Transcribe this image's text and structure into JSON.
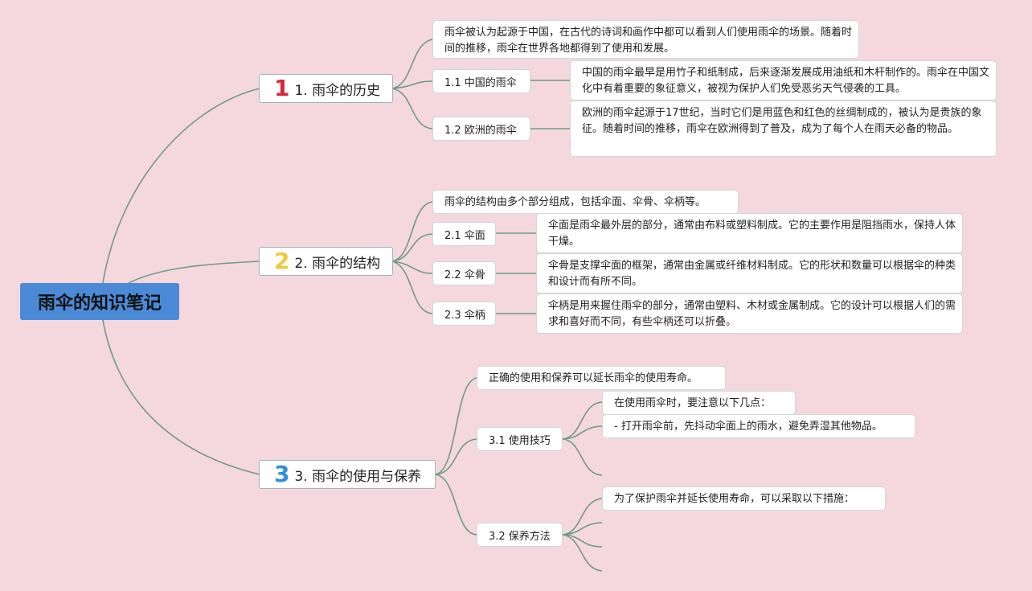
{
  "root": "雨伞的知识笔记",
  "branches": [
    {
      "number": "1",
      "number_color": "#d9263a",
      "title": "1. 雨伞的历史",
      "intro": "雨伞被认为起源于中国，在古代的诗词和画作中都可以看到人们使用雨伞的场景。随着时间的推移，雨伞在世界各地都得到了使用和发展。",
      "subs": [
        {
          "label": "1.1 中国的雨伞",
          "detail": "中国的雨伞最早是用竹子和纸制成，后来逐渐发展成用油纸和木杆制作的。雨伞在中国文化中有着重要的象征意义，被视为保护人们免受恶劣天气侵袭的工具。"
        },
        {
          "label": "1.2 欧洲的雨伞",
          "detail": "欧洲的雨伞起源于17世纪，当时它们是用蓝色和红色的丝绸制成的，被认为是贵族的象征。随着时间的推移，雨伞在欧洲得到了普及，成为了每个人在雨天必备的物品。"
        }
      ]
    },
    {
      "number": "2",
      "number_color": "#f2c93b",
      "title": "2. 雨伞的结构",
      "intro": "雨伞的结构由多个部分组成，包括伞面、伞骨、伞柄等。",
      "subs": [
        {
          "label": "2.1 伞面",
          "detail": "伞面是雨伞最外层的部分，通常由布料或塑料制成。它的主要作用是阻挡雨水，保持人体干燥。"
        },
        {
          "label": "2.2 伞骨",
          "detail": "伞骨是支撑伞面的框架，通常由金属或纤维材料制成。它的形状和数量可以根据伞的种类和设计而有所不同。"
        },
        {
          "label": "2.3 伞柄",
          "detail": "伞柄是用来握住雨伞的部分，通常由塑料、木材或金属制成。它的设计可以根据人们的需求和喜好而不同，有些伞柄还可以折叠。"
        }
      ]
    },
    {
      "number": "3",
      "number_color": "#2d8fd9",
      "title": "3. 雨伞的使用与保养",
      "intro": "正确的使用和保养可以延长雨伞的使用寿命。",
      "subs": [
        {
          "label": "3.1 使用技巧",
          "items": [
            "在使用雨伞时，要注意以下几点：",
            "- 打开雨伞前，先抖动伞面上的雨水，避免弄湿其他物品。"
          ]
        },
        {
          "label": "3.2 保养方法",
          "items": [
            "为了保护雨伞并延长使用寿命，可以采取以下措施："
          ]
        }
      ]
    }
  ]
}
